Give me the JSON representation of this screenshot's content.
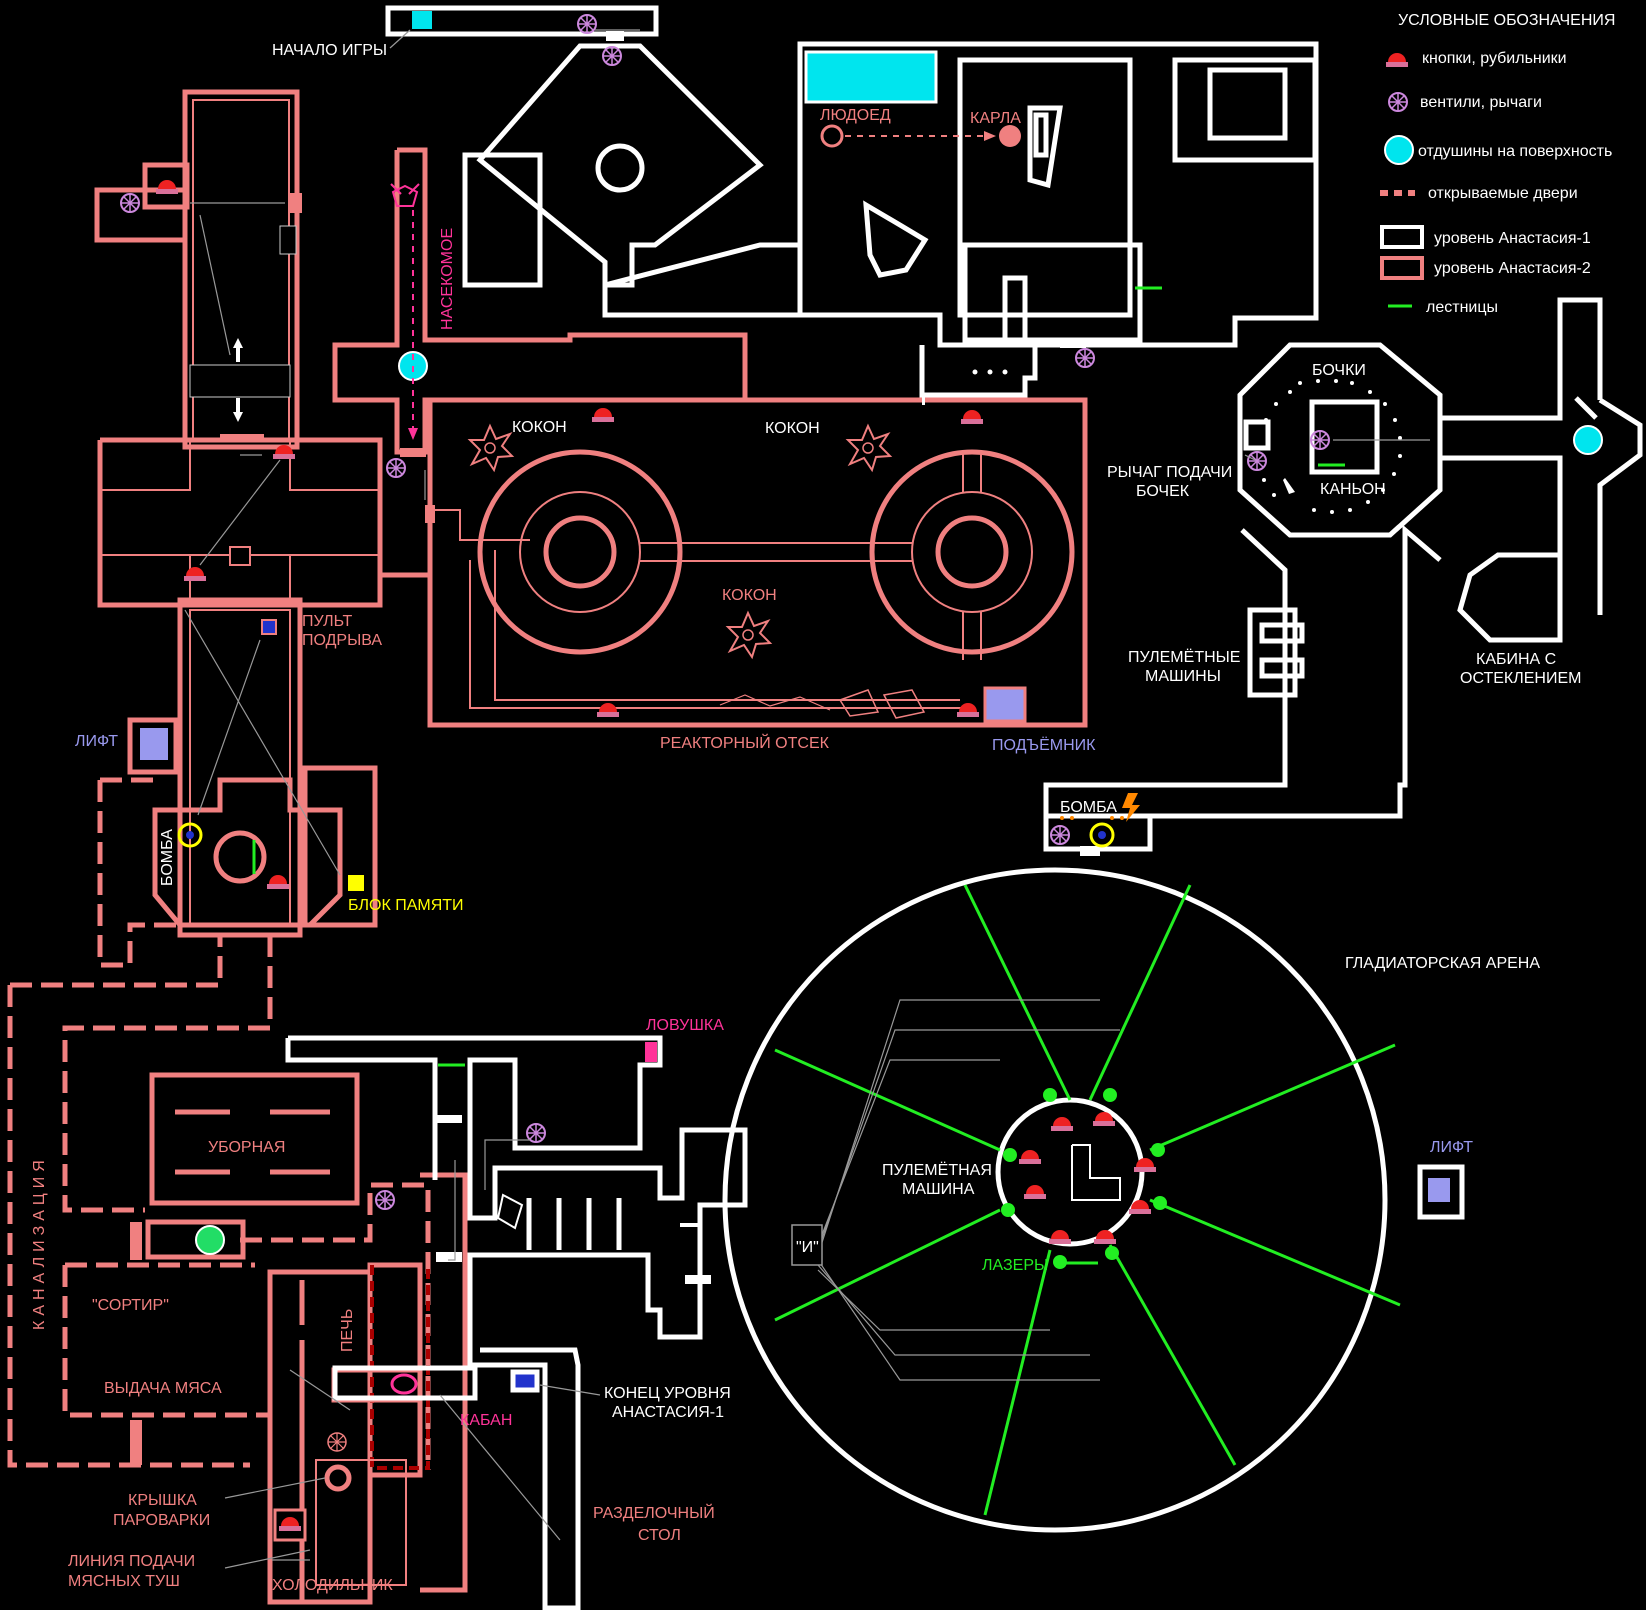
{
  "legend": {
    "title": "УСЛОВНЫЕ ОБОЗНАЧЕНИЯ",
    "items": [
      {
        "icon": "button-switch-icon",
        "label": "кнопки, рубильники"
      },
      {
        "icon": "valve-lever-icon",
        "label": "вентили, рычаги"
      },
      {
        "icon": "surface-vent-icon",
        "label": "отдушины на поверхность"
      },
      {
        "icon": "door-icon",
        "label": "открываемые двери"
      },
      {
        "icon": "level-1-box-icon",
        "label": "уровень Анастасия-1"
      },
      {
        "icon": "level-2-box-icon",
        "label": "уровень Анастасия-2"
      },
      {
        "icon": "stairs-icon",
        "label": "лестницы"
      }
    ]
  },
  "labels": {
    "start": "НАЧАЛО ИГРЫ",
    "cannibal": "ЛЮДОЕД",
    "karla": "КАРЛА",
    "insect": "НАСЕКОМОЕ",
    "cocoon_1": "КОКОН",
    "cocoon_2": "КОКОН",
    "cocoon_3": "КОКОН",
    "reactor": "РЕАКТОРНЫЙ ОТСЕК",
    "hoist": "ПОДЪЁМНИК",
    "detonator_1": "ПУЛЬТ",
    "detonator_2": "ПОДРЫВА",
    "lift_left": "ЛИФТ",
    "bomb_left": "БОМБА",
    "memory": "БЛОК ПАМЯТИ",
    "barrels": "БОЧКИ",
    "barrel_lever_1": "РЫЧАГ ПОДАЧИ",
    "barrel_lever_2": "БОЧЕК",
    "canyon": "КАНЬОН",
    "mg_1": "ПУЛЕМЁТНЫЕ",
    "mg_2": "МАШИНЫ",
    "cabin_1": "КАБИНА С",
    "cabin_2": "ОСТЕКЛЕНИЕМ",
    "bomb_right": "БОМБА",
    "arena": "ГЛАДИАТОРСКАЯ АРЕНА",
    "lift_right": "ЛИФТ",
    "arena_mg_1": "ПУЛЕМЁТНАЯ",
    "arena_mg_2": "МАШИНА",
    "lasers": "ЛАЗЕРЫ",
    "and_block": "\"И\"",
    "trap": "ЛОВУШКА",
    "toilet": "УБОРНАЯ",
    "sewer": "КАНАЛИЗАЦИЯ",
    "sortir": "\"СОРТИР\"",
    "meat_out": "ВЫДАЧА МЯСА",
    "oven": "ПЕЧЬ",
    "boar": "КАБАН",
    "end_1": "КОНЕЦ УРОВНЯ",
    "end_2": "АНАСТАСИЯ-1",
    "steamer_1": "КРЫШКА",
    "steamer_2": "ПАРОВАРКИ",
    "cutting_1": "РАЗДЕЛОЧНЫЙ",
    "cutting_2": "СТОЛ",
    "carcass_1": "ЛИНИЯ ПОДАЧИ",
    "carcass_2": "МЯСНЫХ ТУШ",
    "fridge": "ХОЛОДИЛЬНИК"
  },
  "colors": {
    "level1": "#ffffff",
    "level2": "#f08080",
    "vent": "#00e5ee",
    "stairs": "#22ee22",
    "button": "#ee2222",
    "valve": "#cc88dd",
    "lift": "#9999ee",
    "memory": "#ffff00",
    "trap": "#ff3399"
  }
}
